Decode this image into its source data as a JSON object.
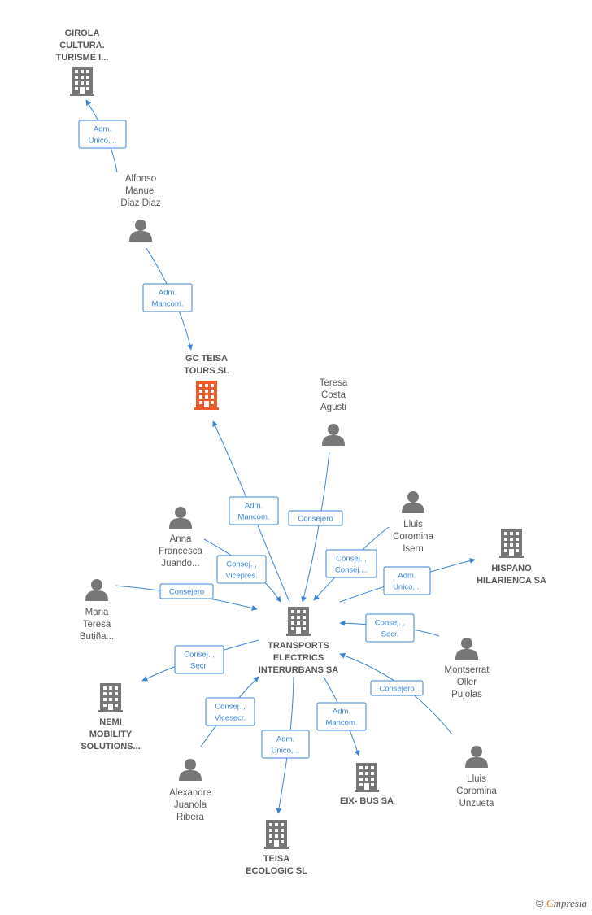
{
  "colors": {
    "edge": "#3a84d6",
    "company": "#777777",
    "focus": "#f05a28",
    "person": "#777777"
  },
  "nodes": [
    {
      "id": "girola",
      "kind": "company",
      "label": [
        "GIROLA",
        "CULTURA.",
        "TURISME I..."
      ]
    },
    {
      "id": "alfonso",
      "kind": "person",
      "label": [
        "Alfonso",
        "Manuel",
        "Diaz Diaz"
      ]
    },
    {
      "id": "gcteisa",
      "kind": "focus",
      "label": [
        "GC TEISA",
        "TOURS  SL"
      ]
    },
    {
      "id": "teresa",
      "kind": "person",
      "label": [
        "Teresa",
        "Costa",
        "Agusti"
      ]
    },
    {
      "id": "lluisi",
      "kind": "person",
      "label": [
        "Lluis",
        "Coromina",
        "Isern"
      ]
    },
    {
      "id": "anna",
      "kind": "person",
      "label": [
        "Anna",
        "Francesca",
        "Juando..."
      ]
    },
    {
      "id": "hispano",
      "kind": "company",
      "label": [
        "HISPANO",
        "HILARIENCA SA"
      ]
    },
    {
      "id": "maria",
      "kind": "person",
      "label": [
        "Maria",
        "Teresa",
        "Butiña..."
      ]
    },
    {
      "id": "transports",
      "kind": "company",
      "label": [
        "TRANSPORTS",
        "ELECTRICS",
        "INTERURBANS SA"
      ]
    },
    {
      "id": "montserrat",
      "kind": "person",
      "label": [
        "Montserrat",
        "Oller",
        "Pujolas"
      ]
    },
    {
      "id": "nemi",
      "kind": "company",
      "label": [
        "NEMI",
        "MOBILITY",
        "SOLUTIONS..."
      ]
    },
    {
      "id": "lluisu",
      "kind": "person",
      "label": [
        "Lluis",
        "Coromina",
        "Unzueta"
      ]
    },
    {
      "id": "alexandre",
      "kind": "person",
      "label": [
        "Alexandre",
        "Juanola",
        "Ribera"
      ]
    },
    {
      "id": "eixbus",
      "kind": "company",
      "label": [
        "EIX- BUS SA"
      ]
    },
    {
      "id": "teisaeco",
      "kind": "company",
      "label": [
        "TEISA",
        "ECOLOGIC SL"
      ]
    }
  ],
  "edges": [
    {
      "id": "e1",
      "role": [
        "Adm.",
        "Unico,..."
      ]
    },
    {
      "id": "e2",
      "role": [
        "Adm.",
        "Mancom."
      ]
    },
    {
      "id": "e3",
      "role": [
        "Adm.",
        "Mancom."
      ]
    },
    {
      "id": "e4",
      "role": [
        "Consejero"
      ]
    },
    {
      "id": "e5",
      "role": [
        "Consej. ,",
        "Consej...."
      ]
    },
    {
      "id": "e6",
      "role": [
        "Consej. ,",
        "Vicepres."
      ]
    },
    {
      "id": "e7",
      "role": [
        "Adm.",
        "Unico,..."
      ]
    },
    {
      "id": "e8",
      "role": [
        "Consejero"
      ]
    },
    {
      "id": "e9",
      "role": [
        "Consej. ,",
        "Secr."
      ]
    },
    {
      "id": "e10",
      "role": [
        "Consej. ,",
        "Secr."
      ]
    },
    {
      "id": "e11",
      "role": [
        "Consejero"
      ]
    },
    {
      "id": "e12",
      "role": [
        "Consej. ,",
        "Vicesecr."
      ]
    },
    {
      "id": "e13",
      "role": [
        "Adm.",
        "Mancom."
      ]
    },
    {
      "id": "e14",
      "role": [
        "Adm.",
        "Unico,..."
      ]
    }
  ],
  "footer": {
    "copyright": "©",
    "brand_first": "C",
    "brand_rest": "mpresia"
  }
}
